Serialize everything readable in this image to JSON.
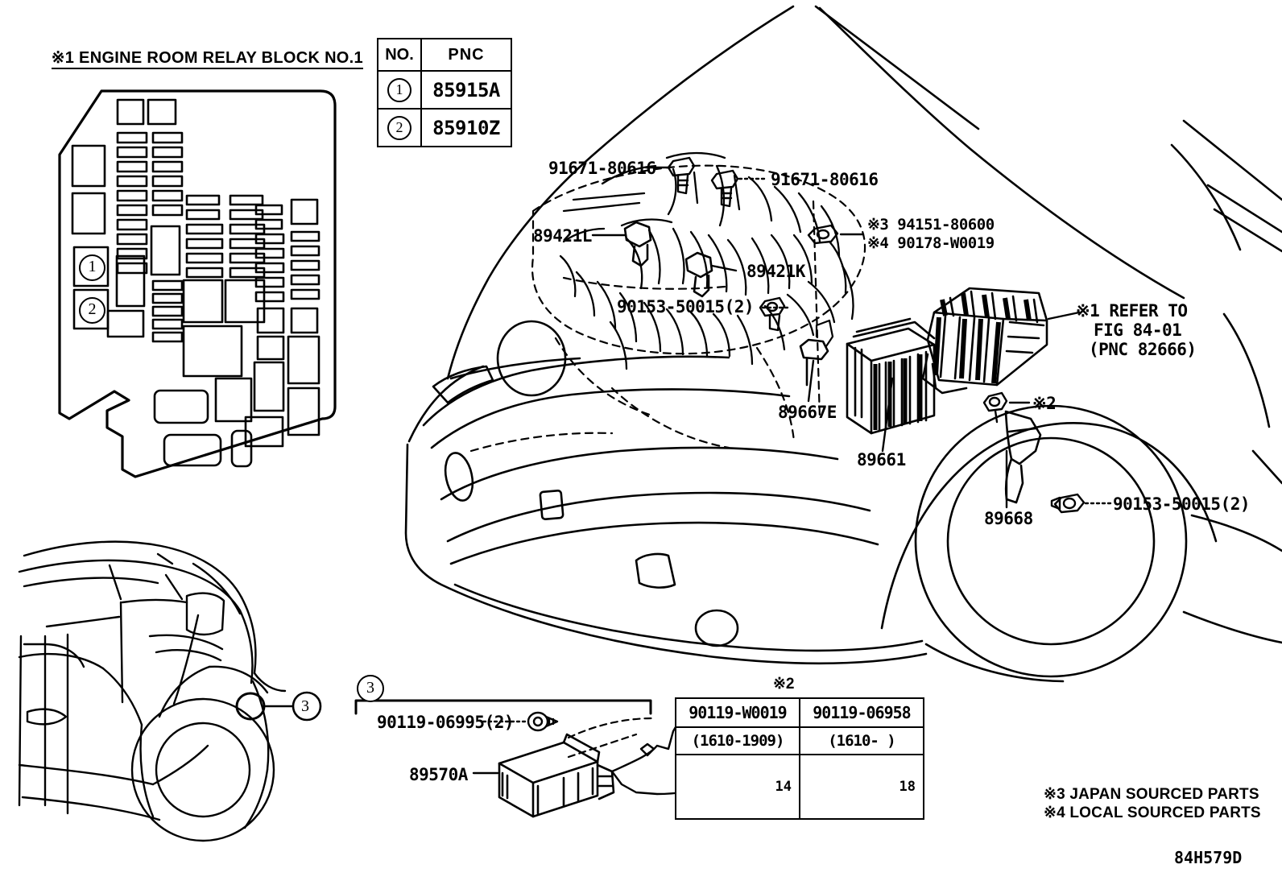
{
  "diagram": {
    "drawing_number": "84H579D",
    "title_note": "※1 ENGINE ROOM RELAY BLOCK NO.1"
  },
  "pnc_table": {
    "headers": [
      "NO.",
      "PNC"
    ],
    "rows": [
      {
        "no": "1",
        "pnc": "85915A"
      },
      {
        "no": "2",
        "pnc": "85910Z"
      }
    ]
  },
  "engine_labels": {
    "bolt_upper_left": "91671-80616",
    "bolt_upper_right": "91671-80616",
    "sensor_left": "89421L",
    "sensor_mid": "89421K",
    "nut_jp": "※3 94151-80600",
    "nut_local": "※4 90178-W0019",
    "bolt_lower": "90153-50015(2)",
    "bracket": "89667E",
    "ecu": "89661",
    "bracket_right": "89668",
    "bolt_right": "90153-50015(2)",
    "x2_callout": "※2",
    "refer_line1": "※1 REFER TO",
    "refer_line2": "FIG 84-01",
    "refer_line3": "(PNC 82666)"
  },
  "detail3": {
    "badge": "3",
    "bolt": "90119-06995(2)",
    "part": "89570A"
  },
  "rear_view": {
    "badge": "3"
  },
  "bolt_table": {
    "caption": "※2",
    "columns": [
      {
        "part_number": "90119-W0019",
        "date_range": "(1610-1909)",
        "length": "14"
      },
      {
        "part_number": "90119-06958",
        "date_range": "(1610-    )",
        "length": "18"
      }
    ]
  },
  "footnotes": {
    "note3": "※3 JAPAN SOURCED PARTS",
    "note4": "※4 LOCAL SOURCED PARTS"
  }
}
